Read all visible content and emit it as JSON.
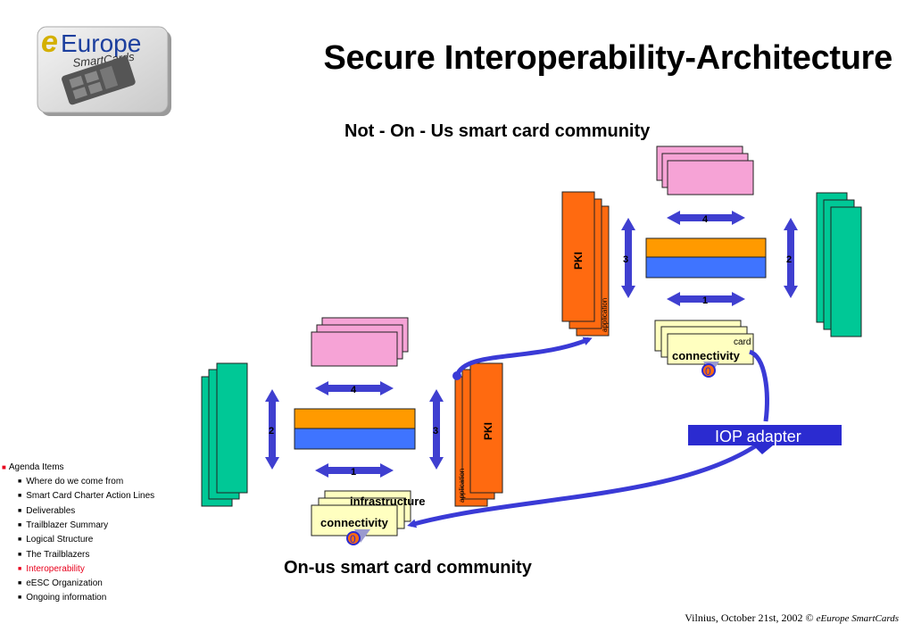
{
  "title": "Secure Interoperability-Architecture",
  "logo": {
    "brand_e": "e",
    "brand_main": "Europe",
    "brand_sub": "SmartCards"
  },
  "diagram": {
    "top_label": "Not -  On - Us smart card community",
    "bottom_label": "On-us smart card community",
    "left_stack": {
      "num_top": "4",
      "num_side_left": "2",
      "num_side_right": "3",
      "num_bottom": "1",
      "pki": "PKI",
      "application": "application",
      "infrastructure": "infrastructure",
      "connectivity": "connectivity",
      "node": "0"
    },
    "right_stack": {
      "num_top": "4",
      "num_side_left": "3",
      "num_side_right": "2",
      "num_bottom": "1",
      "pki": "PKI",
      "application": "application",
      "card": "card",
      "connectivity": "connectivity",
      "node": "0"
    },
    "adapter": "IOP adapter",
    "colors": {
      "pink": "#f6a3d6",
      "green": "#00c896",
      "orange": "#ff6a10",
      "amber": "#ff9a00",
      "blue": "#3f74ff",
      "arrow": "#3a3ad6",
      "cream": "#ffffc0",
      "adapter": "#2b2bd0"
    }
  },
  "agenda": {
    "title": "Agenda Items",
    "items": [
      {
        "label": "Where do we come from",
        "active": false
      },
      {
        "label": "Smart  Card Charter Action Lines",
        "active": false
      },
      {
        "label": "Deliverables",
        "active": false
      },
      {
        "label": "Trailblazer Summary",
        "active": false
      },
      {
        "label": "Logical Structure",
        "active": false
      },
      {
        "label": "The Trailblazers",
        "active": false
      },
      {
        "label": "Interoperability",
        "active": true
      },
      {
        "label": "eESC Organization",
        "active": false
      },
      {
        "label": "Ongoing information",
        "active": false
      }
    ]
  },
  "footer": {
    "text": "Vilnius, October 21st, 2002 © ",
    "brand": "eEurope SmartCards"
  }
}
